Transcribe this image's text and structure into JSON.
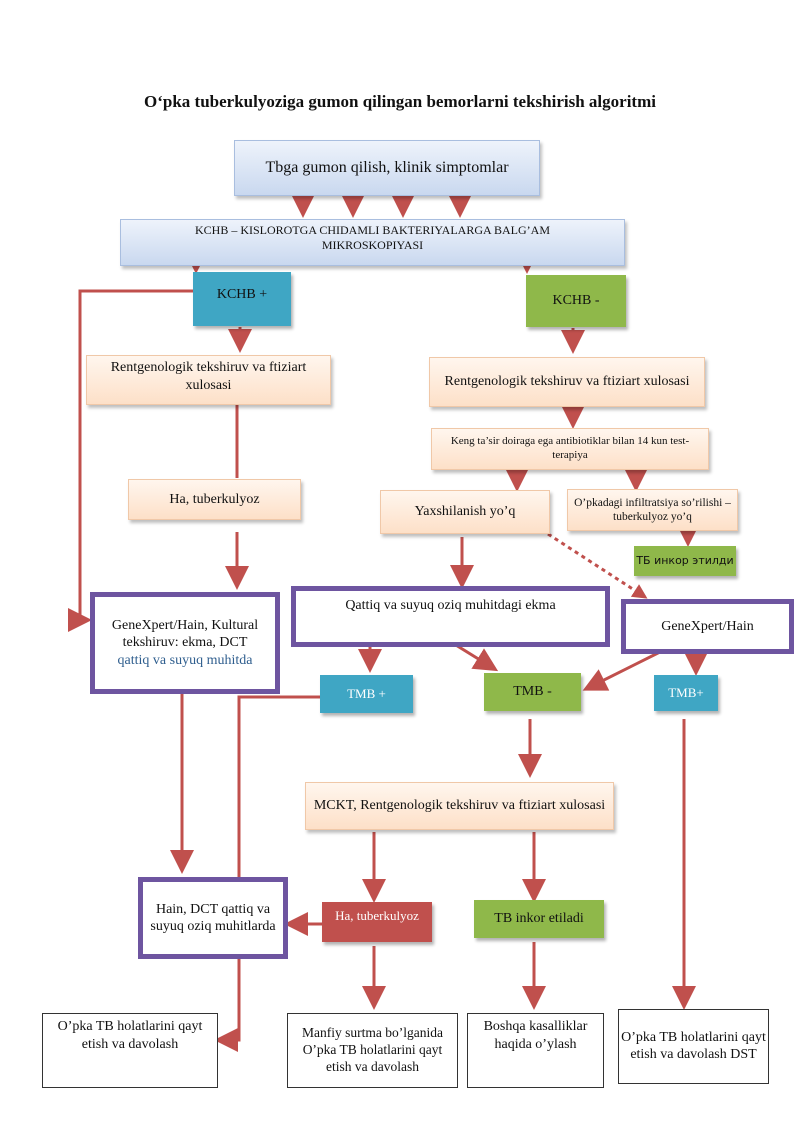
{
  "title": "O‘pka tuberkulyoziga gumon qilingan bemorlarni tekshirish algoritmi",
  "nodes": {
    "suspicion": "Tbga gumon qilish, klinik simptomlar",
    "microscopy": "KCHB – KISLOROTGA CHIDAMLI BAKTERIYALARGA BALG’AM MIKROSKOPIYASI",
    "kchb_pos": "KCHB +",
    "kchb_neg": "KCHB -",
    "xray_left": "Rentgenologik tekshiruv va ftiziart xulosasi",
    "xray_right": "Rentgenologik tekshiruv va ftiziart xulosasi",
    "yes_tb": "Ha, tuberkulyoz",
    "antibiotic_test": "Keng ta’sir doiraga ega antibiotiklar bilan 14 kun test-terapiya",
    "no_improvement": "Yaxshilanish yo’q",
    "infiltration": "O’pkadagi infiltratsiya so’rilishi – tuberkulyoz yo’q",
    "tb_excluded_cyr": "ТБ инкор этилди",
    "genexpert_left_1": "GeneXpert/Hain, Kultural tekshiruv: ekma, DCT",
    "genexpert_left_2": "qattiq va suyuq muhitda",
    "culture_media": "Qattiq va suyuq oziq muhitdagi ekma",
    "genexpert_right": "GeneXpert/Hain",
    "tmb_pos_left": "TMB +",
    "tmb_neg": "TMB -",
    "tmb_pos_right": "TMB+",
    "mskt": "MCKT, Rentgenologik tekshiruv va ftiziart xulosasi",
    "hain_dct": "Hain, DCT qattiq va suyuq oziq muhitlarda",
    "yes_tb_red": "Ha, tuberkulyoz",
    "tb_excluded": "TB inkor etiladi",
    "outcome_register": "O’pka TB holatlarini qayt etish va davolash",
    "outcome_negative": "Manfiy surtma bo’lganida O’pka TB holatlarini qayt etish va davolash",
    "outcome_other": "Boshqa kasalliklar haqida o’ylash",
    "outcome_dst": "O’pka TB holatlarini qayt etish va davolash DST"
  },
  "colors": {
    "arrow": "#c0504d",
    "purple_border": "#6e55a0",
    "teal": "#3fa6c4",
    "green": "#8fb84a",
    "red": "#c0504d"
  }
}
